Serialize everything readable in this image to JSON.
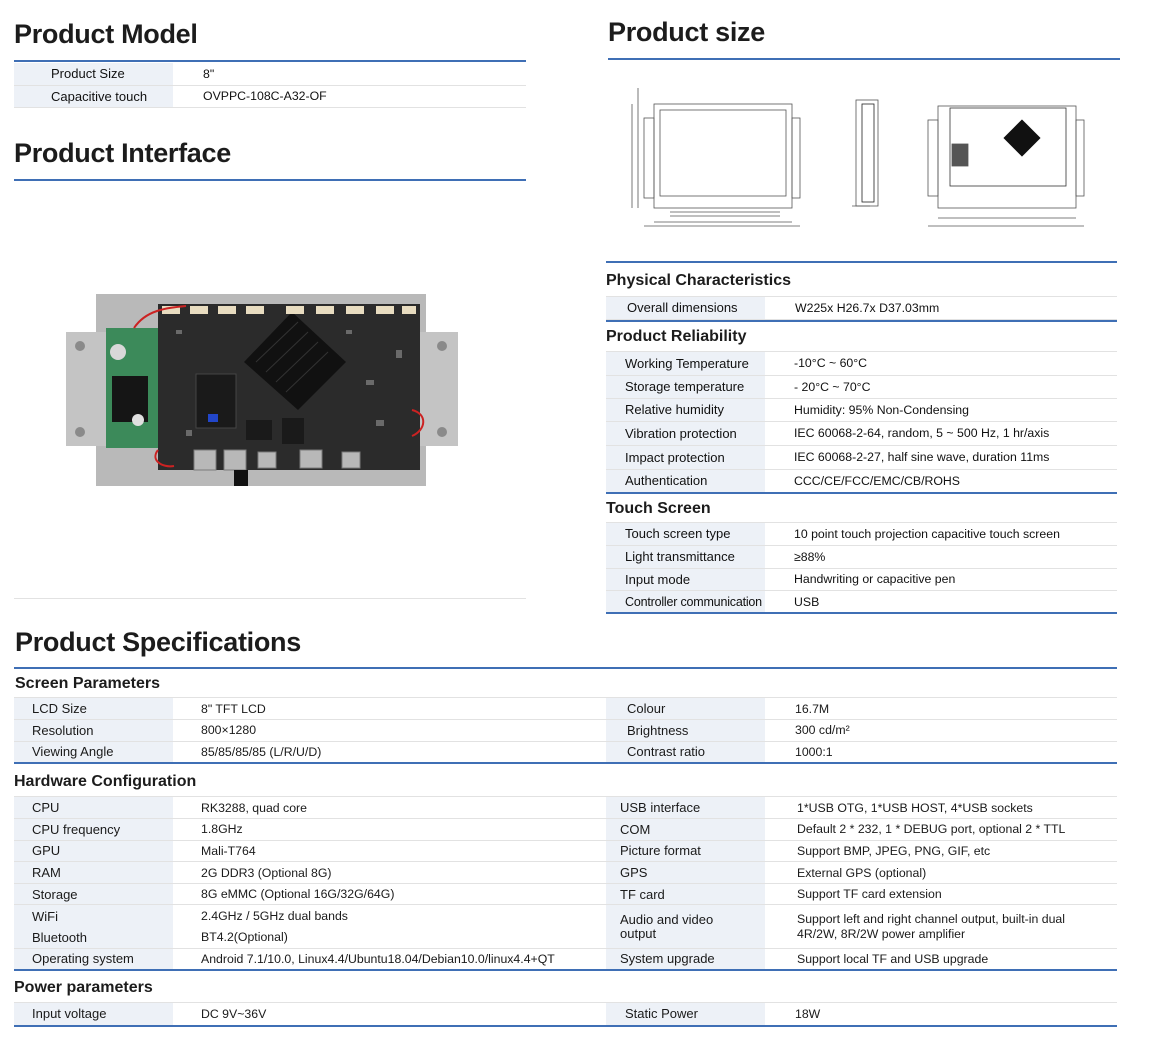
{
  "product_model": {
    "title": "Product Model",
    "rows": [
      {
        "label": "Product Size",
        "value": "8\""
      },
      {
        "label": "Capacitive touch",
        "value": "OVPPC-108C-A32-OF"
      }
    ]
  },
  "product_interface": {
    "title": "Product Interface"
  },
  "product_size": {
    "title": "Product size"
  },
  "physical": {
    "title": "Physical Characteristics",
    "rows": [
      {
        "label": "Overall dimensions",
        "value": "W225x H26.7x D37.03mm"
      }
    ]
  },
  "reliability": {
    "title": "Product Reliability",
    "rows": [
      {
        "label": "Working Temperature",
        "value": "-10°C ~ 60°C"
      },
      {
        "label": "Storage temperature",
        "value": "- 20°C ~ 70°C"
      },
      {
        "label": "Relative humidity",
        "value": "Humidity: 95% Non-Condensing"
      },
      {
        "label": "Vibration protection",
        "value": "IEC 60068-2-64, random, 5 ~ 500 Hz, 1 hr/axis"
      },
      {
        "label": "Impact protection",
        "value": "IEC 60068-2-27, half sine wave, duration 11ms"
      },
      {
        "label": "Authentication",
        "value": "CCC/CE/FCC/EMC/CB/ROHS"
      }
    ]
  },
  "touch": {
    "title": "Touch Screen",
    "rows": [
      {
        "label": "Touch screen type",
        "value": "10 point touch projection capacitive touch screen"
      },
      {
        "label": "Light transmittance",
        "value": "≥88%"
      },
      {
        "label": "Input mode",
        "value": "Handwriting or capacitive pen"
      },
      {
        "label": "Controller communication",
        "value": "USB"
      }
    ]
  },
  "specs": {
    "title": "Product Specifications",
    "screen": {
      "title": "Screen Parameters",
      "rows": [
        {
          "l1": "LCD Size",
          "v1": "8\" TFT LCD",
          "l2": "Colour",
          "v2": "16.7M"
        },
        {
          "l1": "Resolution",
          "v1": "800×1280",
          "l2": "Brightness",
          "v2": "300 cd/m²"
        },
        {
          "l1": "Viewing Angle",
          "v1": "85/85/85/85 (L/R/U/D)",
          "l2": "Contrast ratio",
          "v2": "1000:1"
        }
      ]
    },
    "hardware": {
      "title": "Hardware Configuration",
      "rows": [
        {
          "l1": "CPU",
          "v1": "RK3288, quad core",
          "l2": "USB interface",
          "v2": "1*USB OTG, 1*USB HOST, 4*USB sockets"
        },
        {
          "l1": "CPU frequency",
          "v1": "1.8GHz",
          "l2": "COM",
          "v2": "Default 2 * 232, 1 * DEBUG port, optional 2 * TTL"
        },
        {
          "l1": "GPU",
          "v1": "Mali-T764",
          "l2": "Picture format",
          "v2": "Support BMP, JPEG, PNG, GIF, etc"
        },
        {
          "l1": "RAM",
          "v1": "2G DDR3 (Optional 8G)",
          "l2": "GPS",
          "v2": "External GPS (optional)"
        },
        {
          "l1": "Storage",
          "v1": "8G eMMC (Optional 16G/32G/64G)",
          "l2": "TF card",
          "v2": "Support TF card extension"
        }
      ],
      "wifi_label": "WiFi",
      "wifi_value": "2.4GHz / 5GHz dual bands",
      "bt_label": "Bluetooth",
      "bt_value": "BT4.2(Optional)",
      "av_label": "Audio and video output",
      "av_value": "Support left and right channel output, built-in dual 4R/2W, 8R/2W power amplifier",
      "os_label": "Operating system",
      "os_value": "Android 7.1/10.0, Linux4.4/Ubuntu18.04/Debian10.0/linux4.4+QT",
      "upg_label": "System upgrade",
      "upg_value": "Support local TF and USB upgrade"
    },
    "power": {
      "title": "Power parameters",
      "rows": [
        {
          "l1": "Input voltage",
          "v1": "DC 9V~36V",
          "l2": "Static Power",
          "v2": "18W"
        }
      ]
    }
  },
  "colors": {
    "rule": "#3f6fb5",
    "label_bg": "#edf1f7"
  }
}
